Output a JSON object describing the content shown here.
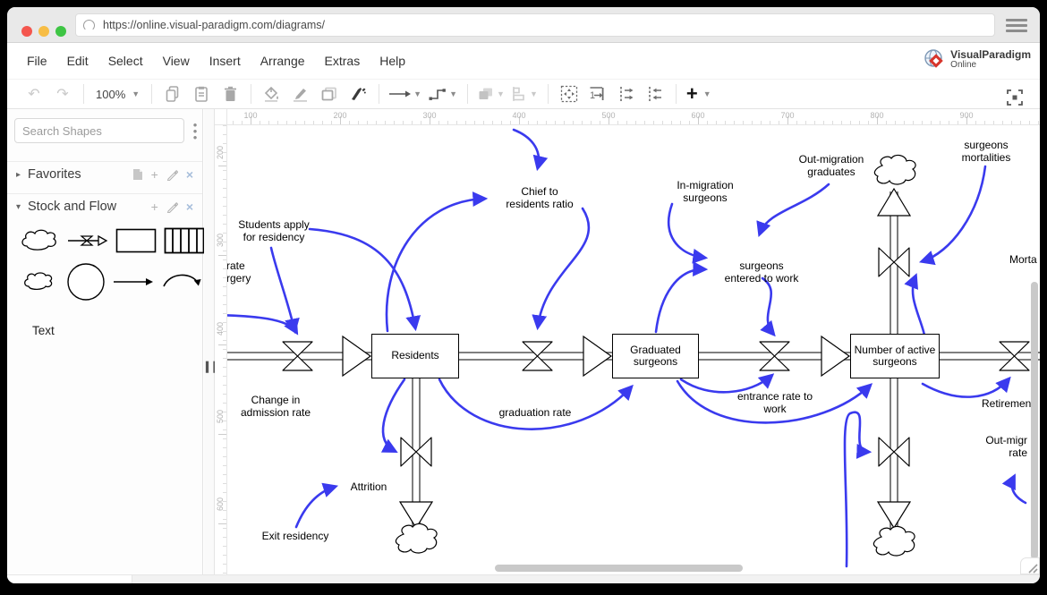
{
  "browser": {
    "url": "https://online.visual-paradigm.com/diagrams/",
    "traffic_lights": {
      "close": "#f4564e",
      "minimize": "#f7bd45",
      "zoom": "#3ec544"
    }
  },
  "menu": {
    "items": [
      "File",
      "Edit",
      "Select",
      "View",
      "Insert",
      "Arrange",
      "Extras",
      "Help"
    ],
    "logo": {
      "line1": "VisualParadigm",
      "line2": "Online"
    }
  },
  "toolbar": {
    "zoom_level": "100%"
  },
  "sidebar": {
    "search_placeholder": "Search Shapes",
    "sections": [
      {
        "label": "Favorites"
      },
      {
        "label": "Stock and Flow"
      }
    ],
    "text_item_label": "Text"
  },
  "canvas": {
    "hruler": [
      "100",
      "200",
      "300",
      "400",
      "500",
      "600",
      "700",
      "800",
      "900"
    ],
    "vruler": [
      "200",
      "300",
      "400",
      "500",
      "600"
    ],
    "stocks": [
      {
        "label": "Residents"
      },
      {
        "label": "Graduated\nsurgeons"
      },
      {
        "label": "Number of active\nsurgeons"
      }
    ],
    "labels": [
      {
        "name": "students-apply",
        "text": "Students apply\nfor residency"
      },
      {
        "name": "rate-surgery-clipped",
        "text": "rate\nrgery"
      },
      {
        "name": "chief-residents-ratio",
        "text": "Chief to\nresidents ratio"
      },
      {
        "name": "in-migration-surgeons",
        "text": "In-migration\nsurgeons"
      },
      {
        "name": "out-migration-graduates",
        "text": "Out-migration\ngraduates"
      },
      {
        "name": "surgeons-mortalities",
        "text": "surgeons\nmortalities"
      },
      {
        "name": "surgeons-entered-work",
        "text": "surgeons\nentered to work"
      },
      {
        "name": "change-admission-rate",
        "text": "Change in\nadmission rate"
      },
      {
        "name": "graduation-rate",
        "text": "graduation rate"
      },
      {
        "name": "attrition",
        "text": "Attrition"
      },
      {
        "name": "exit-residency",
        "text": "Exit residency"
      },
      {
        "name": "entrance-rate-work",
        "text": "entrance rate to\nwork"
      },
      {
        "name": "mortality-clipped",
        "text": "Morta"
      },
      {
        "name": "retirement-clipped",
        "text": "Retiremen"
      },
      {
        "name": "out-migration-rate-clipped",
        "text": "Out-migr\nrate"
      }
    ]
  },
  "colors": {
    "arrow_blue": "#3a3aee",
    "pipe_gray": "#7f7f7f"
  }
}
